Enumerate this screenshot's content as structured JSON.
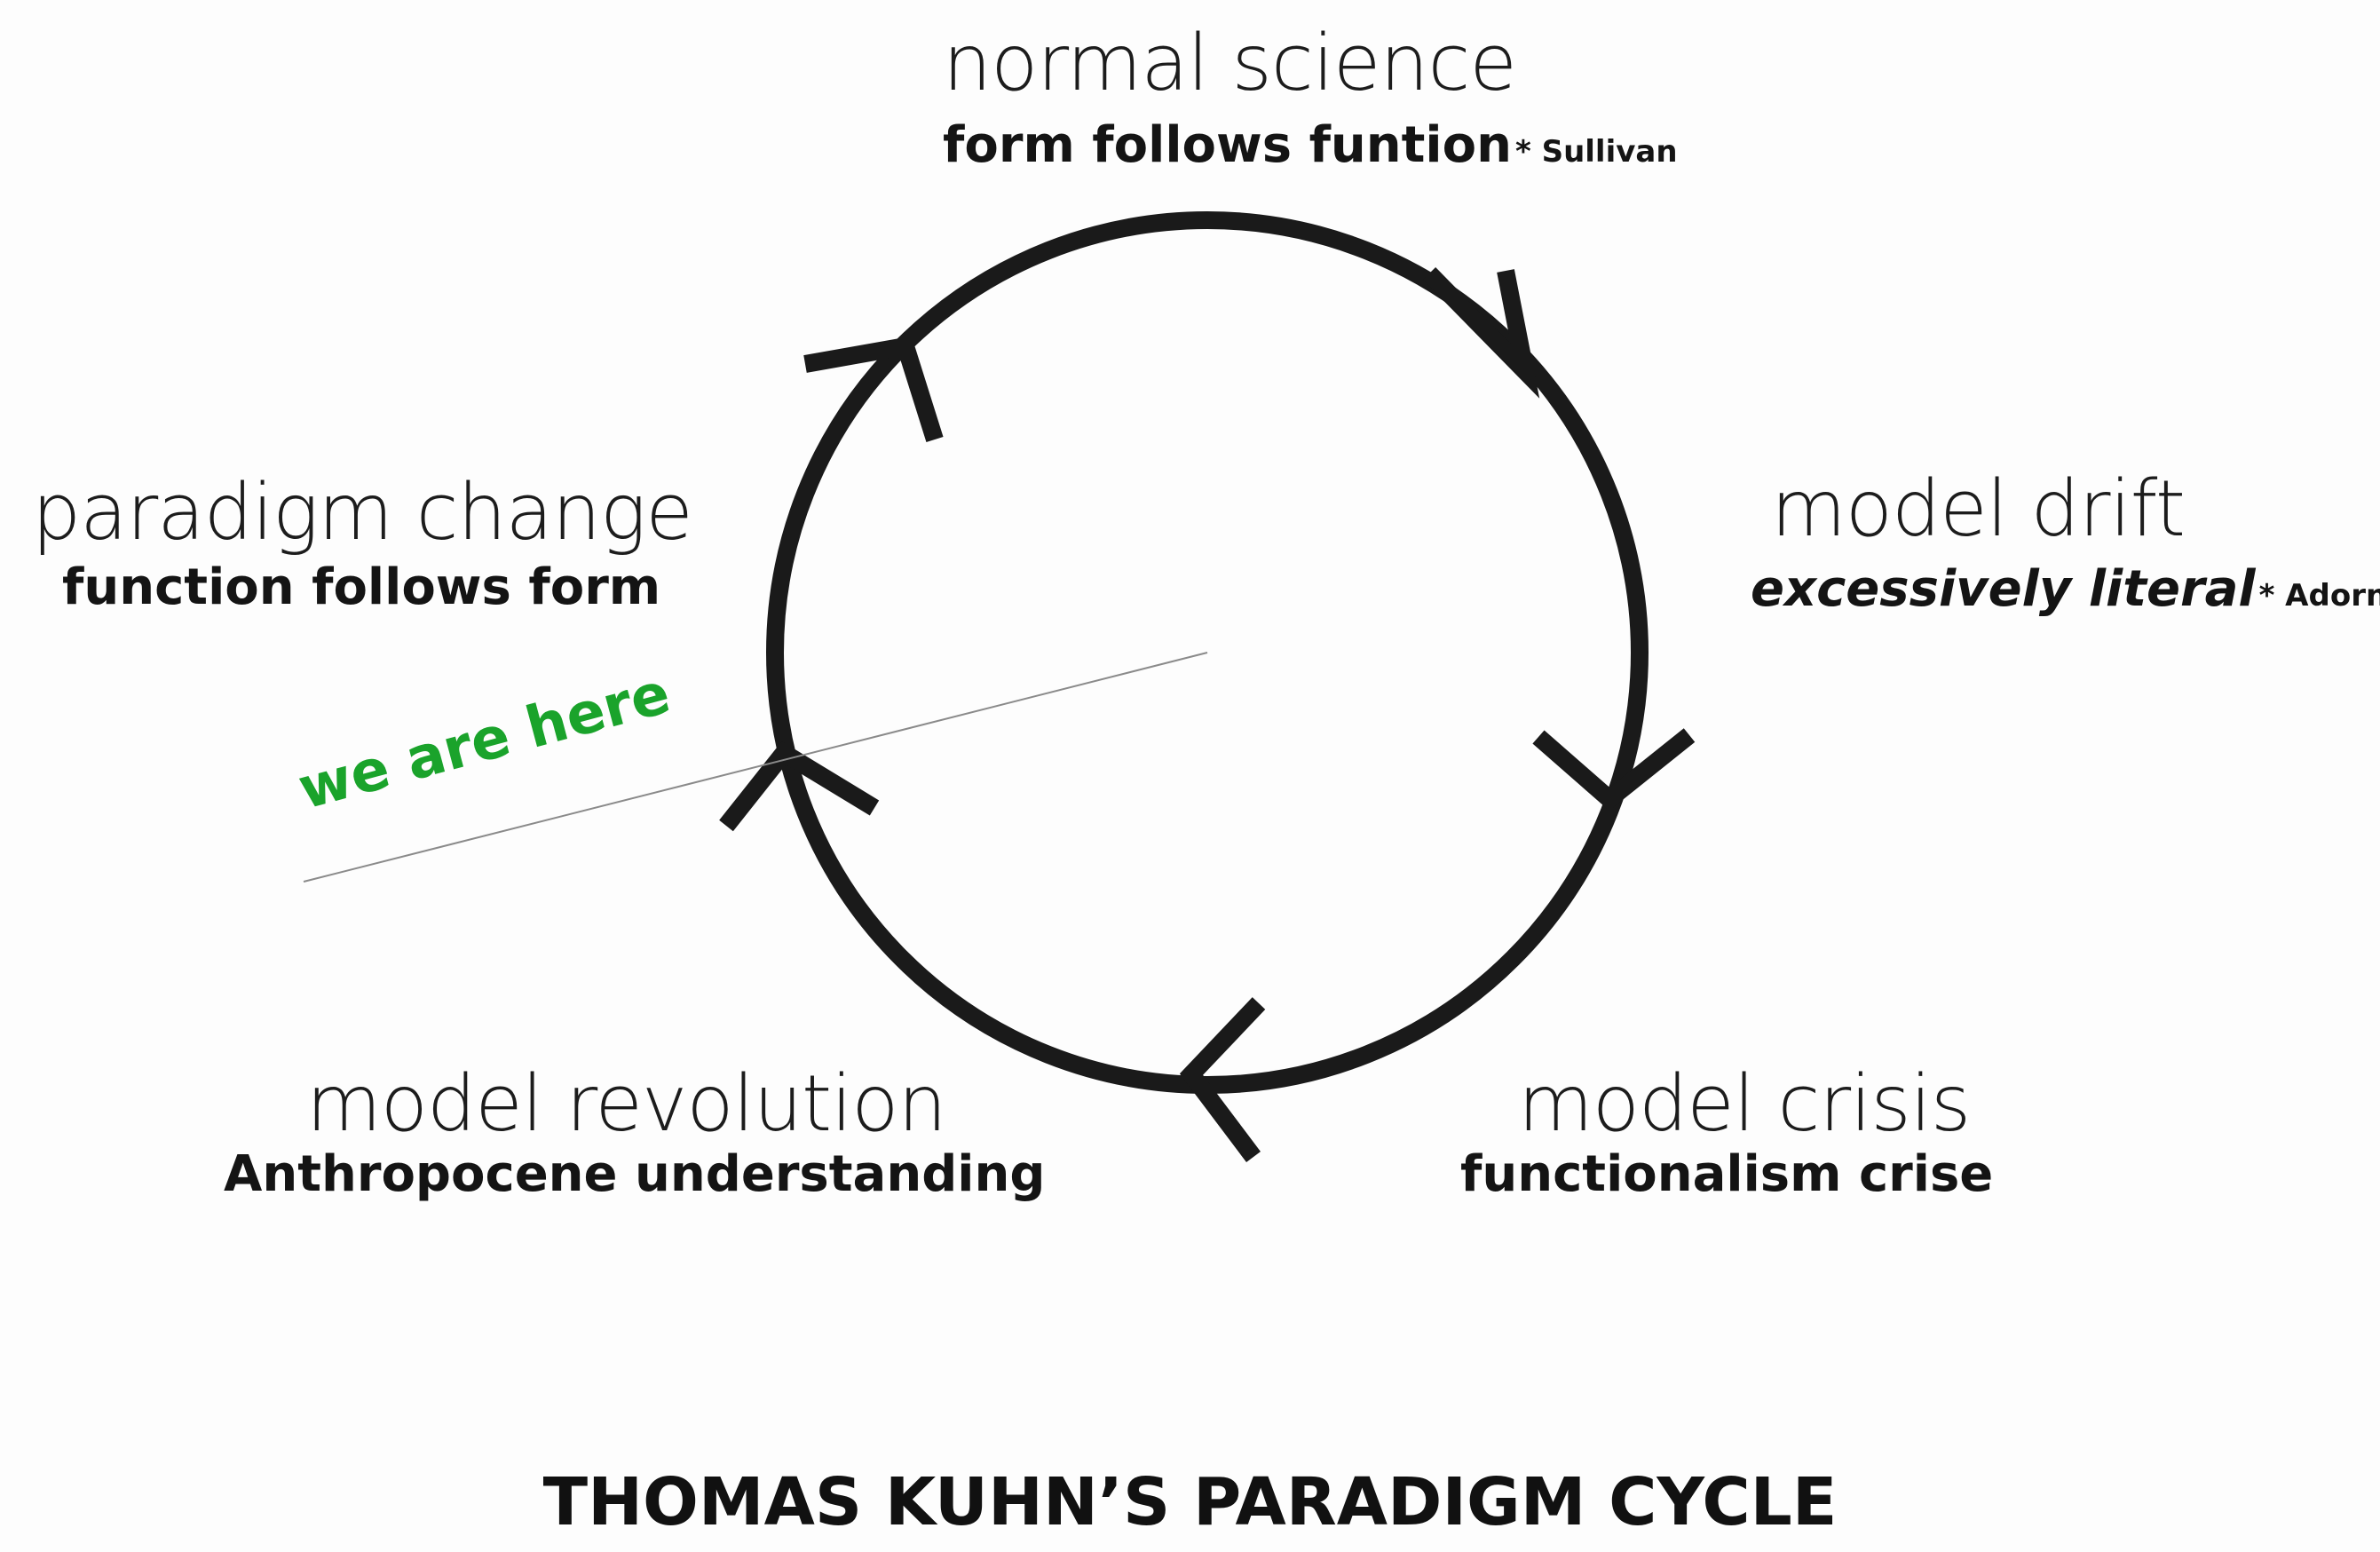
{
  "title": "THOMAS KUHN’S PARADIGM CYCLE",
  "stages": {
    "normal_science": {
      "name": "normal science",
      "subtitle": "form follows funtion",
      "note": "* Sullivan"
    },
    "model_drift": {
      "name": "model drift",
      "subtitle": "excessively literal",
      "note": "* Adorno"
    },
    "model_crisis": {
      "name": "model crisis",
      "subtitle": "functionalism crise"
    },
    "model_revolution": {
      "name": "model revolution",
      "subtitle": "Anthropocene understanding"
    },
    "paradigm_change": {
      "name": "paradigm change",
      "subtitle": "function follows form"
    }
  },
  "marker": {
    "label": "we are here"
  },
  "colors": {
    "cycle": "#1a1a1a",
    "marker_text": "#1aa32b",
    "marker_line": "#8a8a8a",
    "background": "#fdfdfd"
  }
}
